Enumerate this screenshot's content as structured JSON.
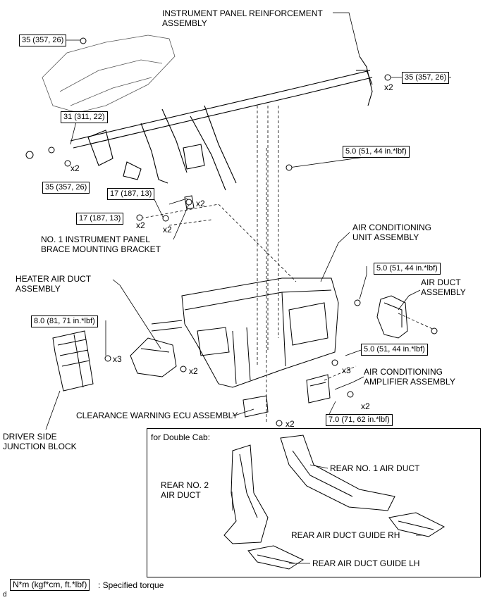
{
  "labels": {
    "ip_reinforcement": "INSTRUMENT PANEL REINFORCEMENT\nASSEMBLY",
    "brace_bracket": "NO. 1 INSTRUMENT PANEL\nBRACE MOUNTING BRACKET",
    "ac_unit": "AIR CONDITIONING\nUNIT ASSEMBLY",
    "heater_duct": "HEATER AIR DUCT\nASSEMBLY",
    "air_duct": "AIR DUCT\nASSEMBLY",
    "ac_amplifier": "AIR CONDITIONING\nAMPLIFIER ASSEMBLY",
    "clearance_ecu": "CLEARANCE WARNING ECU ASSEMBLY",
    "junction_block": "DRIVER SIDE\nJUNCTION BLOCK",
    "double_cab": "for Double Cab:",
    "rear_no2": "REAR NO. 2\nAIR DUCT",
    "rear_no1": "REAR NO. 1 AIR DUCT",
    "guide_rh": "REAR AIR DUCT GUIDE RH",
    "guide_lh": "REAR AIR DUCT GUIDE LH",
    "legend_box": "N*m (kgf*cm, ft.*lbf)",
    "legend_text": ": Specified torque",
    "corner_mark": "d"
  },
  "torques": {
    "t_top_left": "35 (357, 26)",
    "t_top_right": "35 (357, 26)",
    "t_left_31": "31 (311, 22)",
    "t_left_35": "35 (357, 26)",
    "t_mid_5": "5.0 (51, 44 in.*lbf)",
    "t_17_upper": "17 (187, 13)",
    "t_17_lower": "17 (187, 13)",
    "t_air_duct": "5.0 (51, 44 in.*lbf)",
    "t_8": "8.0 (81, 71 in.*lbf)",
    "t_amp": "5.0 (51, 44 in.*lbf)",
    "t_7": "7.0 (71, 62 in.*lbf)"
  },
  "multipliers": {
    "x2_top_right": "x2",
    "x2_left": "x2",
    "x2_bracket_a": "x2",
    "x2_bracket_b": "x2",
    "x2_bracket_c": "x2",
    "x3_junction": "x3",
    "x2_heater": "x2",
    "x3_amp": "x3",
    "x2_amp": "x2",
    "x2_ecu": "x2"
  }
}
